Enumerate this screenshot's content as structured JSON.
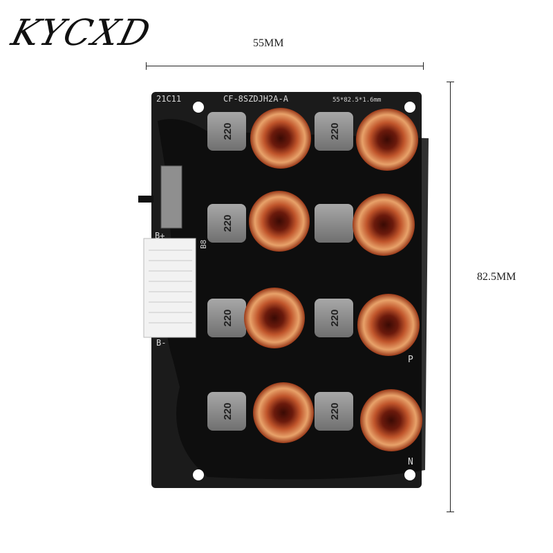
{
  "brand": {
    "logo_text": "KYCXD"
  },
  "dimensions": {
    "width_label": "55MM",
    "height_label": "82.5MM"
  },
  "board_silkscreen": {
    "code": "21C11",
    "model": "CF-8SZDJH2A-A",
    "size": "55*82.5*1.6mm",
    "b_plus": "B+",
    "b_minus": "B-",
    "b8": "B8",
    "p": "P",
    "n": "N"
  },
  "inductor_label": "220",
  "colors": {
    "board": "#1b1b1b",
    "copper": "#b5502a",
    "copper_light": "#e2a062",
    "inductor": "#8a8a8a",
    "connector": "#f2f2f2"
  }
}
